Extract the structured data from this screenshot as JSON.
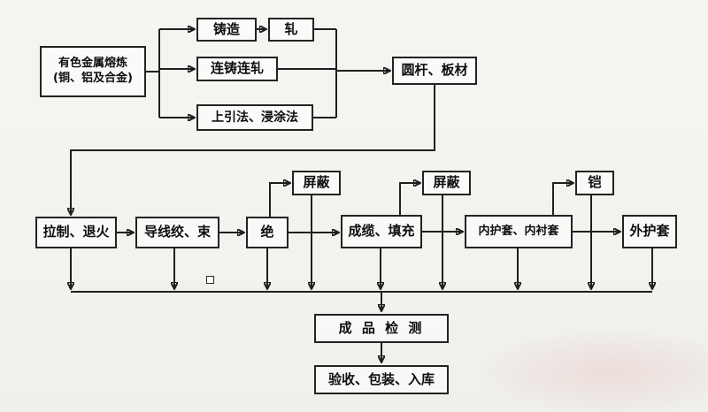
{
  "diagram_type": "flowchart",
  "language": "zh-CN",
  "colors": {
    "line": "#1f1f1f",
    "box_border": "#232323",
    "background": "#f4f4f1",
    "text": "#0e0e0e"
  },
  "nodes": {
    "smelting": {
      "line1": "有色金属熔炼",
      "line2": "(铜、铝及合金)"
    },
    "casting": {
      "label": "铸造"
    },
    "rolling": {
      "label": "轧"
    },
    "continuous_cast_roll": {
      "label": "连铸连轧"
    },
    "upcast_dipcoat": {
      "label": "上引法、浸涂法"
    },
    "rod_plate": {
      "label": "圆杆、板材"
    },
    "drawing_annealing": {
      "label": "拉制、退火"
    },
    "strand_bundle": {
      "label": "导线绞、束"
    },
    "insulation": {
      "label": "绝"
    },
    "shield_a": {
      "label": "屏蔽"
    },
    "cabling_filling": {
      "label": "成缆、填充"
    },
    "shield_b": {
      "label": "屏蔽"
    },
    "inner_sheath": {
      "label": "内护套、内衬套"
    },
    "armor": {
      "label": "铠"
    },
    "outer_sheath": {
      "label": "外护套"
    },
    "final_testing": {
      "label": "成 品 检 测"
    },
    "acceptance": {
      "label": "验收、包装、入库"
    }
  }
}
